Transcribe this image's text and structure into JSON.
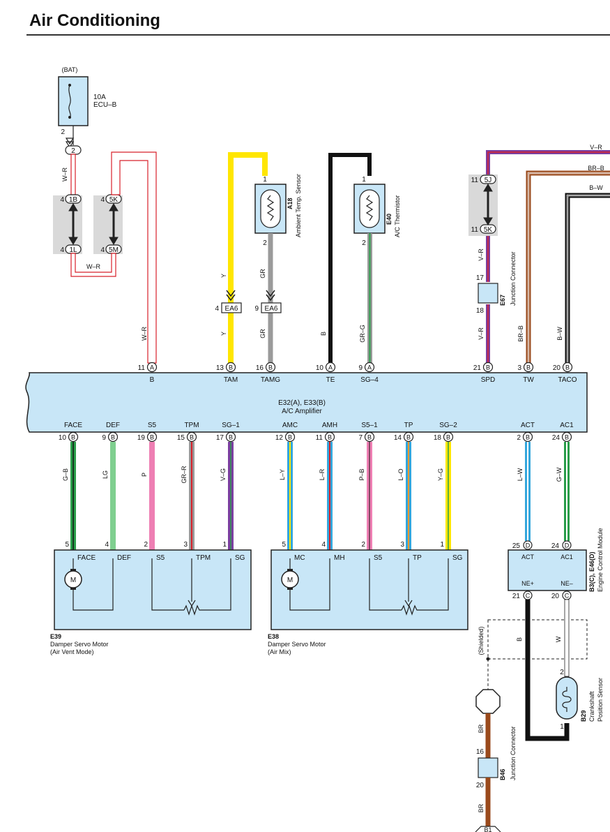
{
  "page": {
    "title": "Air Conditioning"
  },
  "colors": {
    "module_fill": "#c8e6f7",
    "grey_fill": "#d9d9d9",
    "wire_red": "#d8202a",
    "wire_yellow": "#ffe600",
    "wire_grey": "#9a9a9a",
    "wire_black": "#111111",
    "wire_green": "#2a9d4a",
    "wire_lightgreen": "#7fcf8f",
    "wire_pink": "#ee7fb3",
    "wire_violet": "#7b3fa0",
    "wire_blue": "#35a7dc",
    "wire_brown": "#9a4a1c",
    "wire_orange": "#f39a2b"
  },
  "fuse": {
    "source": "(BAT)",
    "rating": "10A",
    "name": "ECU–B",
    "pin": "2",
    "junction": "2"
  },
  "left_splices": {
    "j1_top": {
      "pin": "4",
      "id": "1B"
    },
    "j1_bot": {
      "pin": "4",
      "id": "1L"
    },
    "j2_top": {
      "pin": "4",
      "id": "5K"
    },
    "j2_bot": {
      "pin": "4",
      "id": "5M"
    },
    "wire_top": "W–R",
    "wire_link": "W–R"
  },
  "top_connector": [
    {
      "pin": "11",
      "conn": "A",
      "name": "B",
      "wire": "W–R"
    },
    {
      "pin": "13",
      "conn": "B",
      "name": "TAM",
      "wire": "Y"
    },
    {
      "pin": "16",
      "conn": "B",
      "name": "TAMG",
      "wire": "GR"
    },
    {
      "pin": "10",
      "conn": "A",
      "name": "TE",
      "wire": "B"
    },
    {
      "pin": "9",
      "conn": "A",
      "name": "SG–4",
      "wire": "GR–G"
    },
    {
      "pin": "21",
      "conn": "B",
      "name": "SPD",
      "wire": "V–R"
    },
    {
      "pin": "3",
      "conn": "B",
      "name": "TW",
      "wire": "BR–B"
    },
    {
      "pin": "20",
      "conn": "B",
      "name": "TACO",
      "wire": "B–W"
    }
  ],
  "amplifier": {
    "id": "E32(A), E33(B)",
    "name": "A/C Amplifier"
  },
  "bottom_connector": [
    {
      "pin": "10",
      "conn": "B",
      "name": "FACE",
      "wire": "G–B"
    },
    {
      "pin": "9",
      "conn": "B",
      "name": "DEF",
      "wire": "LG"
    },
    {
      "pin": "19",
      "conn": "B",
      "name": "S5",
      "wire": "P"
    },
    {
      "pin": "15",
      "conn": "B",
      "name": "TPM",
      "wire": "GR–R"
    },
    {
      "pin": "17",
      "conn": "B",
      "name": "SG–1",
      "wire": "V–G"
    },
    {
      "pin": "12",
      "conn": "B",
      "name": "AMC",
      "wire": "L–Y"
    },
    {
      "pin": "11",
      "conn": "B",
      "name": "AMH",
      "wire": "L–R"
    },
    {
      "pin": "7",
      "conn": "B",
      "name": "S5–1",
      "wire": "P–B"
    },
    {
      "pin": "14",
      "conn": "B",
      "name": "TP",
      "wire": "L–O"
    },
    {
      "pin": "18",
      "conn": "B",
      "name": "SG–2",
      "wire": "Y–G"
    },
    {
      "pin": "2",
      "conn": "B",
      "name": "ACT",
      "wire": "L–W"
    },
    {
      "pin": "24",
      "conn": "B",
      "name": "AC1",
      "wire": "G–W"
    }
  ],
  "ambient_sensor": {
    "id": "A18",
    "name": "Ambient Temp. Sensor",
    "pin_top": "1",
    "pin_bot": "2"
  },
  "thermistor": {
    "id": "E40",
    "name": "A/C Thermistor",
    "pin_top": "1",
    "pin_bot": "2"
  },
  "ea6": [
    {
      "pin": "4",
      "id": "EA6"
    },
    {
      "pin": "9",
      "id": "EA6"
    }
  ],
  "junction_spd": {
    "top": {
      "pin": "11",
      "id": "5J"
    },
    "bot": {
      "pin": "11",
      "id": "5K"
    },
    "wire": "V–R"
  },
  "e67": {
    "id": "E67",
    "name": "Junction Connector",
    "pin_top": "17",
    "pin_bot": "18"
  },
  "right_wires": [
    "V–R",
    "BR–B",
    "B–W"
  ],
  "motor_e39": {
    "id": "E39",
    "name": "Damper Servo Motor",
    "mode": "(Air Vent Mode)",
    "pins": [
      "5",
      "4",
      "2",
      "3",
      "1"
    ],
    "terms": [
      "FACE",
      "DEF",
      "S5",
      "TPM",
      "SG"
    ],
    "motor": "M"
  },
  "motor_e38": {
    "id": "E38",
    "name": "Damper Servo Motor",
    "mode": "(Air Mix)",
    "pins": [
      "5",
      "4",
      "2",
      "3",
      "1"
    ],
    "terms": [
      "MC",
      "MH",
      "S5",
      "TP",
      "SG"
    ],
    "motor": "M"
  },
  "ecm": {
    "id": "B3(C), E46(D)",
    "name": "Engine Control Module",
    "pins_top": [
      {
        "pin": "25",
        "conn": "D",
        "name": "ACT"
      },
      {
        "pin": "24",
        "conn": "D",
        "name": "AC1"
      }
    ],
    "pins_bot": [
      {
        "pin": "21",
        "conn": "C",
        "name": "NE+"
      },
      {
        "pin": "20",
        "conn": "C",
        "name": "NE–"
      }
    ]
  },
  "shielded": {
    "label": "(Shielded)",
    "wire_b": "B",
    "wire_w": "W"
  },
  "crank_sensor": {
    "id": "B29",
    "name": "Crankshaft Position Sensor",
    "name_line1": "Crankshaft",
    "name_line2": "Position Sensor",
    "pin_top": "2",
    "pin_bot": "1"
  },
  "b46": {
    "id": "B46",
    "name": "Junction Connector",
    "pin_top": "16",
    "pin_bot": "20",
    "wire_top": "BR",
    "wire_bot": "BR",
    "bottom_pin": "B1"
  }
}
